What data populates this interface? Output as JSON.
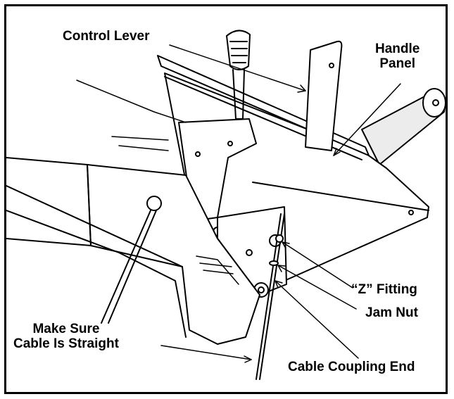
{
  "labels": {
    "control_lever": "Control Lever",
    "handle_panel_line1": "Handle",
    "handle_panel_line2": "Panel",
    "z_fitting": "“Z” Fitting",
    "jam_nut": "Jam Nut",
    "make_sure_line1": "Make Sure",
    "make_sure_line2": "Cable Is Straight",
    "cable_coupling_end": "Cable Coupling End"
  },
  "colors": {
    "line": "#000000",
    "background": "#ffffff",
    "shade": "#d8d8d8"
  }
}
